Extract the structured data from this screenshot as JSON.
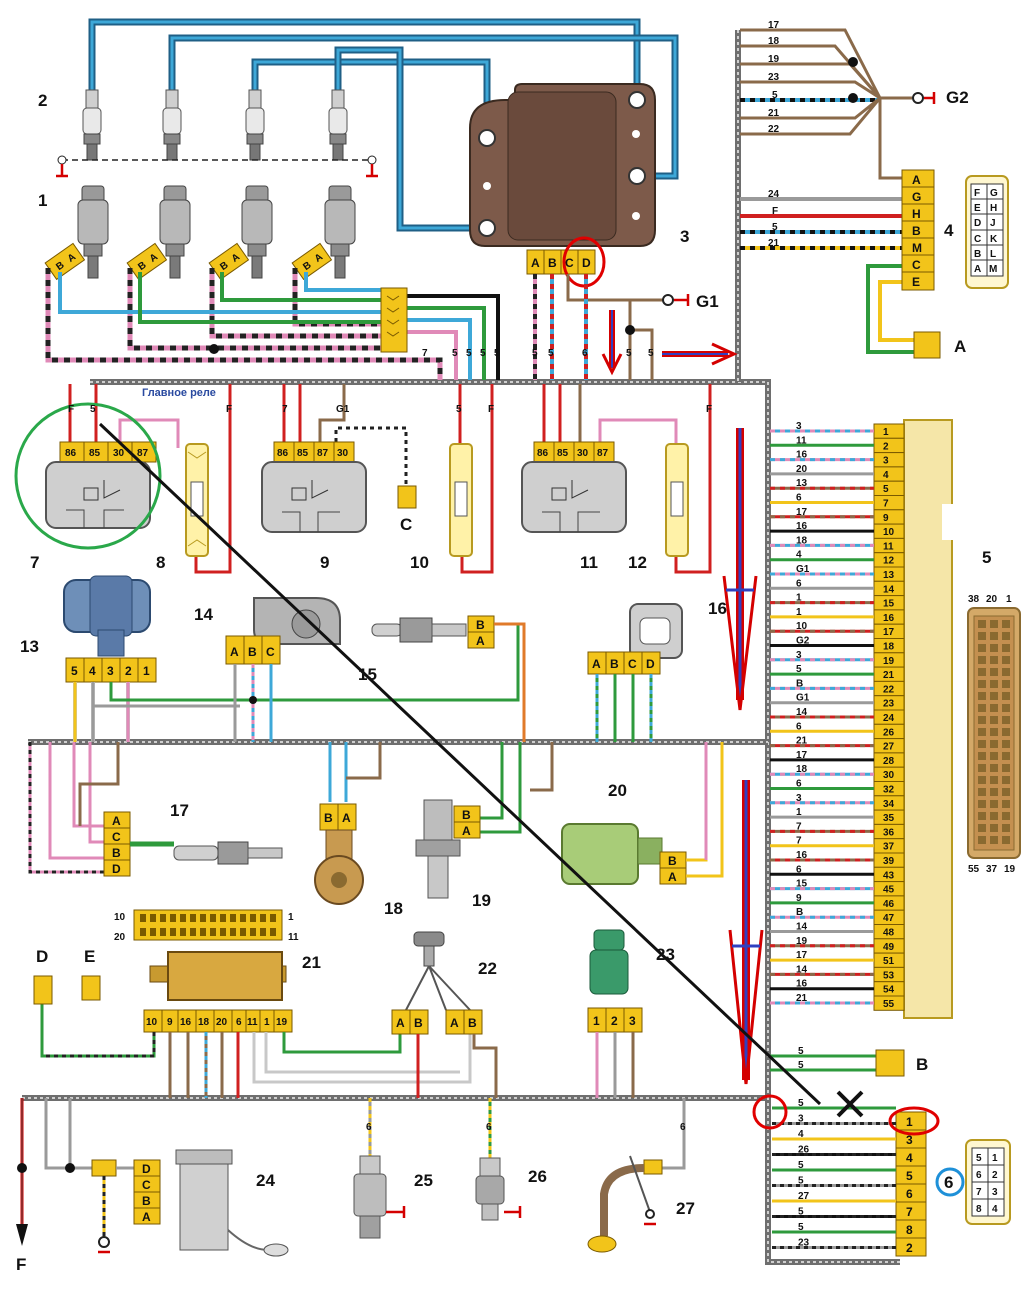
{
  "relay_caption": "Главное реле",
  "components": [
    "1",
    "2",
    "3",
    "4",
    "5",
    "6",
    "7",
    "8",
    "9",
    "10",
    "11",
    "12",
    "13",
    "14",
    "15",
    "16",
    "17",
    "18",
    "19",
    "20",
    "21",
    "22",
    "23",
    "24",
    "25",
    "26",
    "27"
  ],
  "ground_labels": {
    "g1": "G1",
    "g2": "G2"
  },
  "letters": {
    "A": "A",
    "B": "B",
    "C": "C",
    "D": "D",
    "E": "E",
    "F": "F"
  },
  "relay_pins": [
    "86",
    "85",
    "30",
    "87"
  ],
  "relay9_pins": [
    "86",
    "85",
    "87",
    "30"
  ],
  "ignition_pins": [
    "A",
    "B",
    "C",
    "D"
  ],
  "diag_pins": [
    "A",
    "G",
    "H",
    "B",
    "M",
    "C",
    "E"
  ],
  "diag_left_wires": [
    "17",
    "18",
    "19",
    "23",
    "5",
    "21",
    "22"
  ],
  "diag_right_wires": [
    "24",
    "F",
    "5",
    "21"
  ],
  "diag_face": [
    "F",
    "G",
    "E",
    "H",
    "D",
    "J",
    "C",
    "K",
    "B",
    "L",
    "A",
    "M"
  ],
  "ecu_pins": [
    "1",
    "2",
    "3",
    "4",
    "5",
    "7",
    "9",
    "10",
    "11",
    "12",
    "13",
    "14",
    "15",
    "16",
    "17",
    "18",
    "19",
    "21",
    "22",
    "23",
    "24",
    "26",
    "27",
    "28",
    "30",
    "32",
    "34",
    "35",
    "36",
    "37",
    "39",
    "43",
    "45",
    "46",
    "47",
    "48",
    "49",
    "51",
    "53",
    "54",
    "55"
  ],
  "ecu_wires": [
    "3",
    "11",
    "16",
    "20",
    "13",
    "6",
    "17",
    "16",
    "18",
    "4",
    "G1",
    "6",
    "1",
    "1",
    "10",
    "G2",
    "3",
    "5",
    "B",
    "G1",
    "14",
    "6",
    "21",
    "17",
    "18",
    "6",
    "3",
    "1",
    "7",
    "7",
    "16",
    "6",
    "15",
    "9",
    "B",
    "14",
    "19",
    "17",
    "14",
    "16",
    "21"
  ],
  "ecu_face": {
    "top": [
      "38",
      "20",
      "1"
    ],
    "bottom": [
      "55",
      "37",
      "19"
    ]
  },
  "conn6_pins": [
    "1",
    "3",
    "4",
    "5",
    "6",
    "7",
    "8",
    "2"
  ],
  "conn6_wires": [
    "5",
    "3",
    "4",
    "26",
    "5",
    "5",
    "27",
    "5",
    "5",
    "23"
  ],
  "conn6_face": [
    "5",
    "1",
    "6",
    "2",
    "7",
    "3",
    "8",
    "4"
  ],
  "tps_pins": [
    "A",
    "B",
    "C"
  ],
  "maf_pins": [
    "5",
    "4",
    "3",
    "2",
    "1"
  ],
  "iac_pins": [
    "A",
    "B",
    "C",
    "D"
  ],
  "o2_pins": [
    "A",
    "C",
    "B",
    "D"
  ],
  "conn21_pins": [
    "10",
    "9",
    "16",
    "18",
    "20",
    "6",
    "11",
    "1",
    "19"
  ],
  "conn21_face": {
    "left_top": "10",
    "left_bottom": "20",
    "right_top": "1",
    "right_bottom": "11"
  },
  "pump_pins": [
    "D",
    "C",
    "B",
    "A"
  ],
  "sensor23_pins": [
    "1",
    "2",
    "3"
  ],
  "wire_numbers_top": [
    "7",
    "5",
    "5",
    "5",
    "5",
    "5",
    "5",
    "6",
    "5",
    "5"
  ]
}
